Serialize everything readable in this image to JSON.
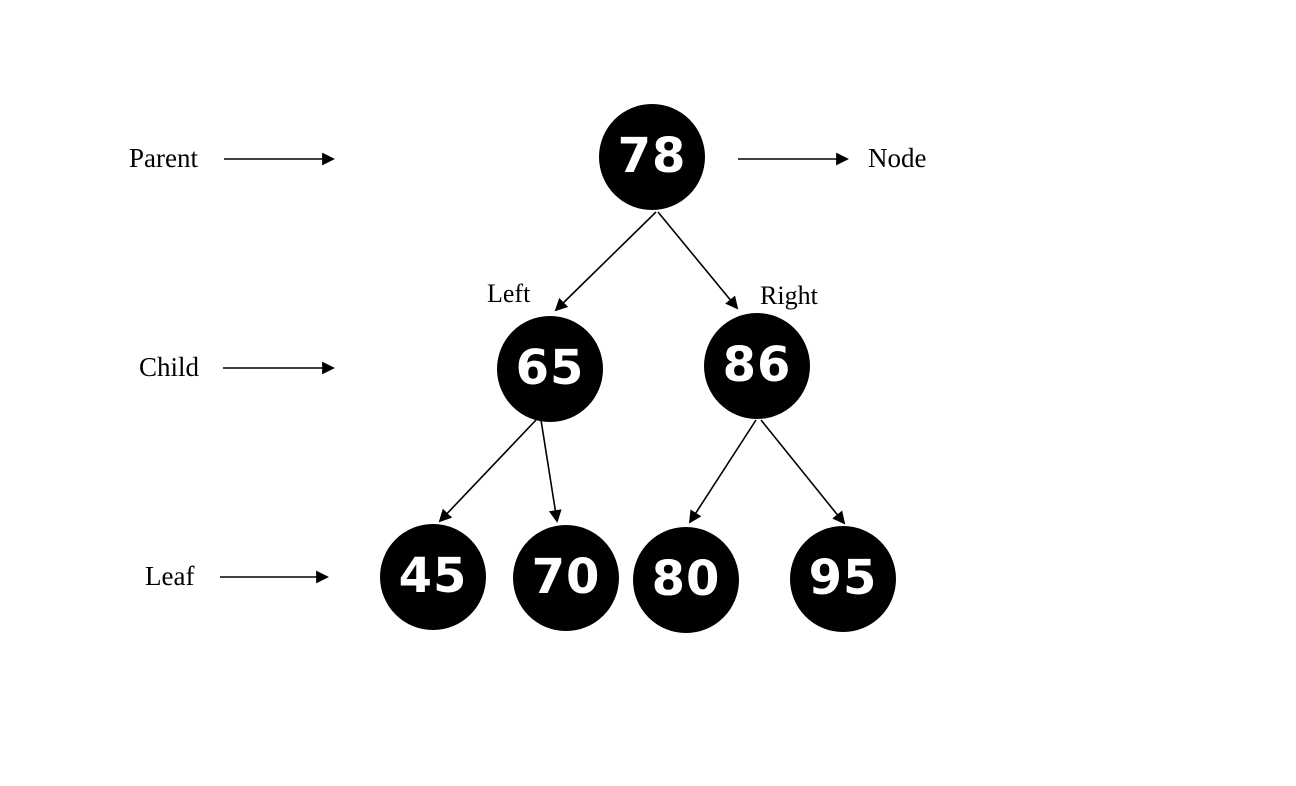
{
  "diagram": {
    "type": "binary-tree",
    "colors": {
      "background": "#ffffff",
      "node_fill": "#000000",
      "node_text": "#ffffff",
      "line": "#000000"
    },
    "nodes": {
      "root": "78",
      "left_child": "65",
      "right_child": "86",
      "leaf_1": "45",
      "leaf_2": "70",
      "leaf_3": "80",
      "leaf_4": "95"
    },
    "edges": [
      {
        "from": "78",
        "to": "65"
      },
      {
        "from": "78",
        "to": "86"
      },
      {
        "from": "65",
        "to": "45"
      },
      {
        "from": "65",
        "to": "70"
      },
      {
        "from": "86",
        "to": "80"
      },
      {
        "from": "86",
        "to": "95"
      }
    ],
    "annotations": {
      "parent": "Parent",
      "node": "Node",
      "child": "Child",
      "leaf": "Leaf"
    },
    "edge_labels": {
      "left": "Left",
      "right": "Right"
    }
  }
}
